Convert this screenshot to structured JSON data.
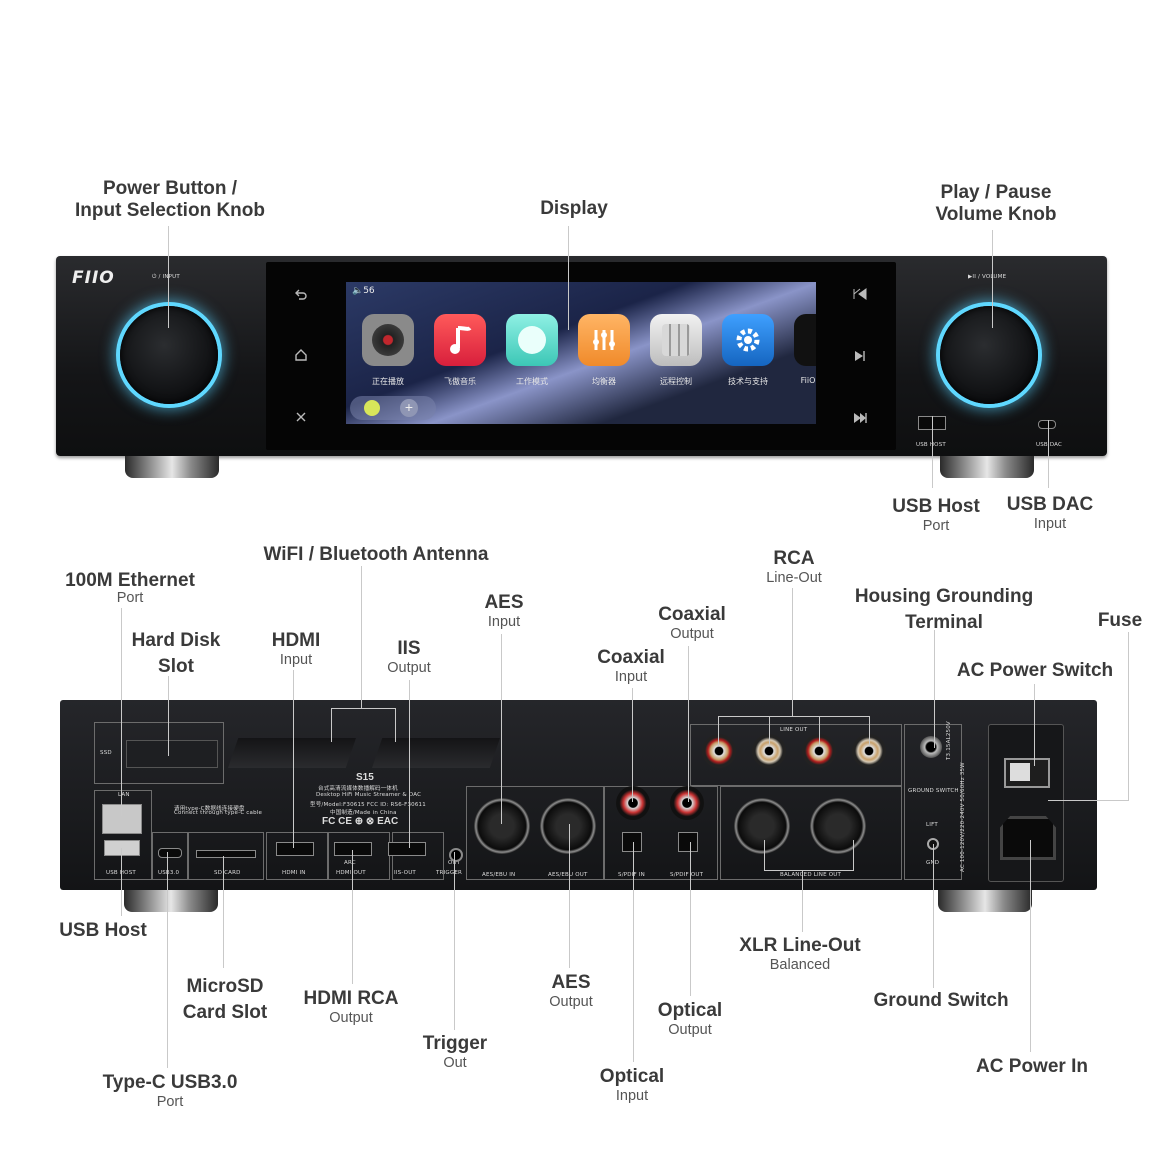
{
  "device": {
    "brand": "FIIO",
    "front_labels": {
      "input": "⏻ / INPUT",
      "volume": "▶II / VOLUME",
      "usb_host": "USB HOST",
      "usb_dac": "USB DAC"
    },
    "screen": {
      "status": "🔈56",
      "apps": [
        {
          "label": "正在播放",
          "color": "#8a8a8a",
          "icon": "vinyl-icon"
        },
        {
          "label": "飞傲音乐",
          "color": "#e8383e",
          "icon": "music-note-icon"
        },
        {
          "label": "工作模式",
          "color": "#4fd1c5",
          "icon": "dots-icon"
        },
        {
          "label": "均衡器",
          "color": "#f59a3a",
          "icon": "equalizer-icon"
        },
        {
          "label": "远程控制",
          "color": "#c9c9c9",
          "icon": "remote-icon"
        },
        {
          "label": "技术与支持",
          "color": "#1e88e5",
          "icon": "gear-icon"
        },
        {
          "label": "FiiO",
          "color": "#111111",
          "icon": "fiio-icon"
        }
      ]
    },
    "rear": {
      "model": "S15",
      "lines": [
        "台式高清流媒体数播解码一体机",
        "Desktop HiFi Music Streamer & DAC",
        "型号/Model:F30615    FCC ID: RS6-F30611",
        "中国制造/Made in China"
      ],
      "port_labels": {
        "ssd": "SSD",
        "lan": "LAN",
        "usb_host": "USB HOST",
        "usb3": "USB3.0",
        "sd": "SD CARD",
        "hdmi_in": "HDMI IN",
        "hdmi_out": "HDMI OUT",
        "iis": "IIS-OUT",
        "trigger": "TRIGGER",
        "aes_in": "AES/EBU IN",
        "aes_out": "AES/EBU OUT",
        "spdif_in": "S/PDIF IN",
        "spdif_out": "S/PDIF OUT",
        "line_out": "LINE OUT",
        "balanced": "BALANCED LINE OUT",
        "ground": "GROUND SWITCH",
        "lift": "LIFT",
        "gnd": "GND",
        "out": "OUT",
        "arc": "ARC",
        "type_c_note": "请用type-C数据线连接硬盘",
        "type_c_note_en": "Connect through type-C cable",
        "fuse": "T3.15AL250V",
        "ac": "AC 100-120V/220-240V  50/60Hz  35W"
      }
    }
  },
  "callouts": [
    {
      "id": "power-button-input-knob",
      "title": "Power Button /\nInput Selection Knob",
      "sub": ""
    },
    {
      "id": "display",
      "title": "Display",
      "sub": ""
    },
    {
      "id": "play-pause-volume",
      "title": "Play / Pause\nVolume Knob",
      "sub": ""
    },
    {
      "id": "usb-host-port",
      "title": "USB Host",
      "sub": "Port"
    },
    {
      "id": "usb-dac-input",
      "title": "USB DAC",
      "sub": "Input"
    },
    {
      "id": "ethernet",
      "title": "100M Ethernet",
      "sub": "Port"
    },
    {
      "id": "wifi-bt-antenna",
      "title": "WiFI / Bluetooth Antenna",
      "sub": ""
    },
    {
      "id": "hard-disk-slot",
      "title": "Hard Disk\nSlot",
      "sub": ""
    },
    {
      "id": "hdmi-input",
      "title": "HDMI",
      "sub": "Input"
    },
    {
      "id": "iis-output",
      "title": "IIS",
      "sub": "Output"
    },
    {
      "id": "aes-input",
      "title": "AES",
      "sub": "Input"
    },
    {
      "id": "rca-line-out",
      "title": "RCA",
      "sub": "Line-Out"
    },
    {
      "id": "coaxial-output",
      "title": "Coaxial",
      "sub": "Output"
    },
    {
      "id": "coaxial-input",
      "title": "Coaxial",
      "sub": "Input"
    },
    {
      "id": "housing-ground",
      "title": "Housing Grounding\nTerminal",
      "sub": ""
    },
    {
      "id": "fuse",
      "title": "Fuse",
      "sub": ""
    },
    {
      "id": "ac-power-switch",
      "title": "AC Power Switch",
      "sub": ""
    },
    {
      "id": "usb-host-rear",
      "title": "USB Host",
      "sub": ""
    },
    {
      "id": "microsd-slot",
      "title": "MicroSD\nCard Slot",
      "sub": ""
    },
    {
      "id": "hdmi-rca-output",
      "title": "HDMI RCA",
      "sub": "Output"
    },
    {
      "id": "trigger-out",
      "title": "Trigger",
      "sub": "Out"
    },
    {
      "id": "aes-output",
      "title": "AES",
      "sub": "Output"
    },
    {
      "id": "optical-output",
      "title": "Optical",
      "sub": "Output"
    },
    {
      "id": "optical-input",
      "title": "Optical",
      "sub": "Input"
    },
    {
      "id": "xlr-line-out",
      "title": "XLR Line-Out",
      "sub": "Balanced"
    },
    {
      "id": "ground-switch",
      "title": "Ground Switch",
      "sub": ""
    },
    {
      "id": "ac-power-in",
      "title": "AC Power In",
      "sub": ""
    },
    {
      "id": "type-c-usb3",
      "title": "Type-C USB3.0",
      "sub": "Port"
    }
  ]
}
